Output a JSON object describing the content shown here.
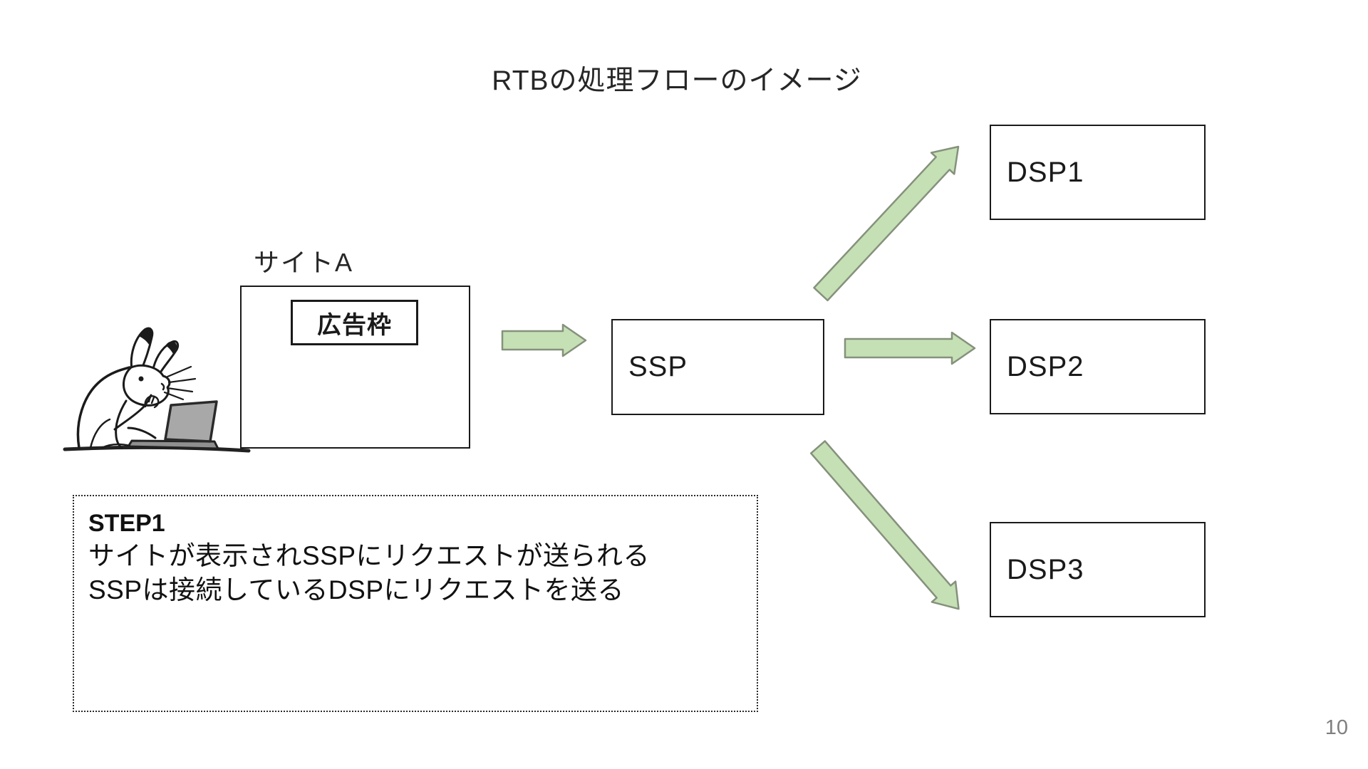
{
  "slide": {
    "title": "RTBの処理フローのイメージ",
    "page_number": "10"
  },
  "diagram": {
    "site": {
      "label": "サイトA",
      "ad_slot_label": "広告枠"
    },
    "ssp": {
      "label": "SSP"
    },
    "dsps": [
      {
        "label": "DSP1"
      },
      {
        "label": "DSP2"
      },
      {
        "label": "DSP3"
      }
    ],
    "arrows": [
      "site-to-ssp",
      "ssp-to-dsp1",
      "ssp-to-dsp2",
      "ssp-to-dsp3"
    ],
    "colors": {
      "arrow_fill": "#c5e0b4",
      "arrow_border": "#85917c",
      "box_border": "#1a1a1a"
    }
  },
  "step_note": {
    "heading": "STEP1",
    "lines": [
      "サイトが表示されSSPにリクエストが送られる",
      "SSPは接続しているDSPにリクエストを送る"
    ]
  },
  "illustration": {
    "name": "rabbit-at-laptop"
  }
}
